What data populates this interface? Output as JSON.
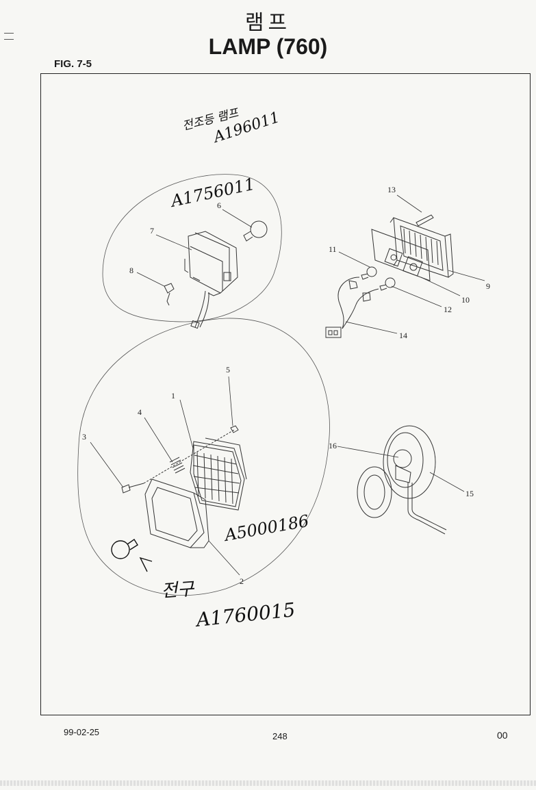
{
  "header": {
    "title_korean": "램프",
    "title_english": "LAMP (760)",
    "figure": "FIG. 7-5"
  },
  "callouts": [
    "1",
    "2",
    "3",
    "4",
    "5",
    "6",
    "7",
    "8",
    "9",
    "10",
    "11",
    "12",
    "13",
    "14",
    "15",
    "16"
  ],
  "handwritten": {
    "note_top": "전조등 램프",
    "code_top": "A196011",
    "code_work_lamp": "A1756011",
    "code_headlamp": "A5000186",
    "bulb_word": "전구",
    "code_bulb": "A1760015"
  },
  "footer": {
    "date": "99-02-25",
    "page": "248",
    "revision": "00"
  }
}
